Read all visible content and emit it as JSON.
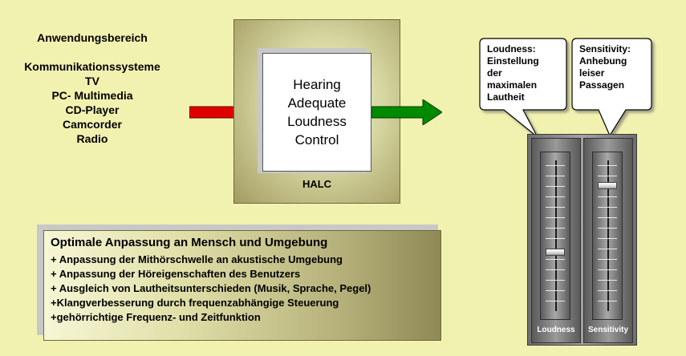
{
  "application_area": {
    "heading": "Anwendungsbereich",
    "items": [
      "Kommunikationssysteme",
      "TV",
      "PC- Multimedia",
      "CD-Player",
      "Camcorder",
      "Radio"
    ]
  },
  "halc": {
    "lines": [
      "Hearing",
      "Adequate",
      "Loudness",
      "Control"
    ],
    "label": "HALC"
  },
  "features": {
    "title": "Optimale Anpassung an Mensch und Umgebung",
    "items": [
      "+ Anpassung der Mithörschwelle  an akustische Umgebung",
      "+ Anpassung der Höreigenschaften des Benutzers",
      "+ Ausgleich von Lautheitsunterschieden (Musik, Sprache, Pegel)",
      "+Klangverbesserung durch frequenzabhängige Steuerung",
      "+gehörrichtige Frequenz- und Zeitfunktion"
    ]
  },
  "callouts": {
    "loudness": [
      "Loudness:",
      "Einstellung",
      "der",
      "maximalen",
      "Lautheit"
    ],
    "sensitivity": [
      "Sensitivity:",
      "Anhebung",
      "leiser",
      "Passagen"
    ]
  },
  "mixer": {
    "channels": [
      {
        "label": "Loudness",
        "level": 0.38
      },
      {
        "label": "Sensitivity",
        "level": 0.85
      }
    ]
  },
  "colors": {
    "background": "#f2f2b0",
    "input_arrow": "#e00000",
    "output_arrow": "#008a00"
  }
}
